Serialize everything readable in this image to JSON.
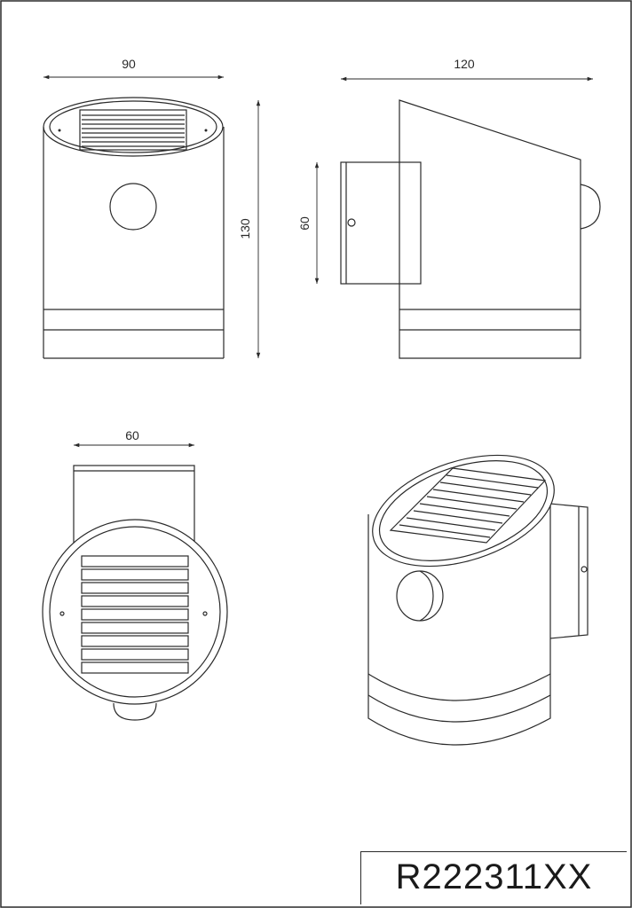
{
  "dimensions": {
    "front_width": "90",
    "side_depth": "120",
    "height": "130",
    "bracket_height": "60",
    "bracket_width": "60"
  },
  "title_block": {
    "part_number": "R222311XX"
  },
  "colors": {
    "line": "#2a2a2a",
    "background": "#ffffff"
  }
}
